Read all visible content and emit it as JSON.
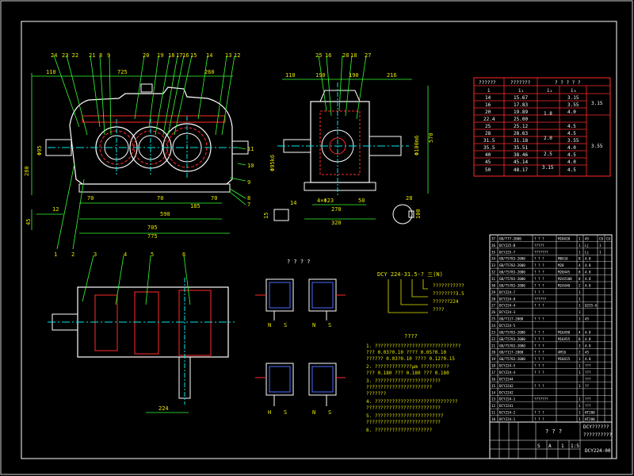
{
  "colors": {
    "background": "#000000",
    "frame": "#ffffff",
    "geometry_white": "#ffffff",
    "geometry_red": "#ff2a2a",
    "dimension_green": "#33ff33",
    "centerline_cyan": "#00e6e6",
    "annotation_yellow": "#e6e600",
    "hidden_blue": "#4a6bff"
  },
  "front_view": {
    "part_numbers": [
      "24",
      "23 22",
      "21",
      "8",
      "9",
      "20",
      "19",
      "18",
      "17",
      "16",
      "15",
      "14",
      "13",
      "12",
      "11",
      "10",
      "9",
      "8",
      "7"
    ],
    "dimensions": {
      "top_left": "110",
      "top_mid": "725",
      "top_right": "260",
      "left_height": "280",
      "left_shaft": "Φ95",
      "bottom_70a": "70",
      "bottom_70b": "70",
      "bottom_70c": "70",
      "bottom_185": "185",
      "bottom_590": "590",
      "bottom_705": "705",
      "bottom_775": "775",
      "left_12": "12",
      "left_45": "45"
    }
  },
  "side_view": {
    "part_numbers": [
      "25",
      "16",
      "28",
      "18",
      "27"
    ],
    "dimensions": {
      "top_110": "110",
      "top_190a": "190",
      "top_190b": "190",
      "top_216": "216",
      "right_570": "570",
      "right_dia": "Φ100m6",
      "left_dia": "Φ95k6",
      "bottom_4xd23": "4×Φ23",
      "bottom_50": "50",
      "bottom_270": "270",
      "bottom_320": "320",
      "left_small_15": "15",
      "left_small_14": "14",
      "key_28": "28",
      "key_100": "100"
    }
  },
  "top_view": {
    "part_numbers": [
      "1",
      "2",
      "3",
      "4",
      "5",
      "6"
    ],
    "dimension_224": "224"
  },
  "ratio_table": {
    "header": [
      "??????",
      "???????",
      "? ? ? ? ?"
    ],
    "subheader": [
      "i",
      "i₁",
      "i₂",
      "i₃"
    ],
    "rows": [
      [
        "14",
        "15.67",
        "",
        "3.15",
        ""
      ],
      [
        "16",
        "17.83",
        "1.8",
        "3.55",
        "3.15"
      ],
      [
        "20",
        "19.89",
        "",
        "4.0",
        ""
      ],
      [
        "22.4",
        "25.00",
        "",
        "",
        ""
      ],
      [
        "25",
        "25.12",
        "2.0",
        "4.5",
        ""
      ],
      [
        "28",
        "28.63",
        "",
        "4.5",
        "3.55"
      ],
      [
        "31.5",
        "31.18",
        "",
        "3.55",
        ""
      ],
      [
        "35.5",
        "35.51",
        "2.5",
        "4.0",
        ""
      ],
      [
        "40",
        "38.46",
        "",
        "4.5",
        ""
      ],
      [
        "45",
        "45.14",
        "3.15",
        "4.0",
        ""
      ],
      [
        "50",
        "48.17",
        "",
        "4.5",
        ""
      ]
    ]
  },
  "assembly_views": {
    "title": "? ? ? ?",
    "labels": [
      "N",
      "S",
      "N",
      "S",
      "H",
      "S",
      "N",
      "S"
    ]
  },
  "designation": {
    "code": "DCY   224-31.5-? 三(N)",
    "legend": [
      "???????????",
      "????????3.5",
      "??????224",
      "????"
    ]
  },
  "notes": {
    "title": "????",
    "items": [
      "1. ??????????????????????????????",
      "   ??? 0.03?0.10      ????   0.05?0.10",
      "   ?????? 0.03?0.10   ????   0.12?0.15",
      "2. ?????????????µm ??????????",
      "   ??? 0.180    ??? 0.180     ??? 0.180",
      "3. ???????????????????????",
      "   ???????????????????????",
      "   ???????",
      "4. ?????????????????????????????",
      "   ??????????????????????????",
      "5. ????????????????????????",
      "   ??????????????????????????",
      "6. ????????????????????"
    ]
  },
  "bom": {
    "rows": [
      [
        "37",
        "GB/T77-2000",
        "? ? ?",
        "M10X20",
        "1",
        "45",
        "CU",
        "CU"
      ],
      [
        "36",
        "DCY225-B",
        "?????",
        "",
        "1",
        "Lj",
        "1",
        ""
      ],
      [
        "35",
        "DCY225-7",
        "???????",
        "",
        "1",
        "Lj",
        "1",
        ""
      ],
      [
        "34",
        "GB/T5783-2000",
        "? ? ?",
        "M8X16",
        "8",
        "4.8",
        "",
        ""
      ],
      [
        "33",
        "GB/T5783-2000",
        "? ? ?",
        "M20",
        "4",
        "4.8",
        "",
        ""
      ],
      [
        "32",
        "GB/T5783-2000",
        "? ? ?",
        "M20X45",
        "8",
        "4.8",
        "",
        ""
      ],
      [
        "31",
        "GB/T5783-2000",
        "? ? ?",
        "M24X100",
        "8",
        "4.8",
        "",
        ""
      ],
      [
        "30",
        "GB/T5783-2000",
        "? ? ?",
        "M24X40",
        "2",
        "4.8",
        "",
        ""
      ],
      [
        "29",
        "DCY224-7",
        "? ? ?",
        "",
        "1",
        "",
        "",
        ""
      ],
      [
        "28",
        "DCY224-8",
        "??????",
        "",
        "1",
        "",
        "",
        ""
      ],
      [
        "27",
        "DCY224-4",
        "? ? ?",
        "",
        "1",
        "Q235-A",
        "",
        ""
      ],
      [
        "26",
        "DCY224-3",
        "",
        "",
        "1",
        "",
        "",
        ""
      ],
      [
        "25",
        "GB/T117-2000",
        "? ? ?",
        "",
        "1",
        "45",
        "",
        ""
      ],
      [
        "24",
        "DCY224-5",
        "",
        "",
        "",
        "",
        "",
        ""
      ],
      [
        "23",
        "GB/T5783-2000",
        "? ? ?",
        "M16X90",
        "4",
        "4.8",
        "",
        ""
      ],
      [
        "22",
        "GB/T5783-2000",
        "? ? ?",
        "M16X55",
        "8",
        "4.8",
        "",
        ""
      ],
      [
        "21",
        "GB/T5783-2000",
        "? ? ?",
        "",
        "3",
        "4.8",
        "",
        ""
      ],
      [
        "20",
        "GB/T117-2000",
        "? ? ?",
        "AM16",
        "2",
        "45",
        "",
        ""
      ],
      [
        "19",
        "GB/T5783-2000",
        "? ? ?",
        "M10X25",
        "1",
        "4.8",
        "",
        ""
      ],
      [
        "18",
        "DCY224-5",
        "? ? ?",
        "",
        "1",
        "???",
        "",
        ""
      ],
      [
        "17",
        "DCY224-4",
        "? ? ?",
        "",
        "1",
        "???",
        "",
        ""
      ],
      [
        "16",
        "DCY2244",
        "",
        "",
        "",
        "???",
        "",
        ""
      ],
      [
        "15",
        "DCY2242",
        "? ? ?",
        "",
        "1",
        "??",
        "",
        ""
      ],
      [
        "14",
        "DCY2242",
        "",
        "",
        "",
        "",
        "",
        ""
      ],
      [
        "13",
        "DCY224-1",
        "???????",
        "",
        "1",
        "???",
        "",
        ""
      ],
      [
        "12",
        "DCY2241",
        "",
        "",
        "1",
        "???",
        "",
        ""
      ],
      [
        "11",
        "DCY224-2",
        "? ? ?",
        "",
        "1",
        "HT200",
        "",
        ""
      ],
      [
        "10",
        "DCY224-1",
        "? ? ?",
        "",
        "1",
        "HT200",
        "",
        ""
      ]
    ],
    "sheet_marks": [
      "? ? ?"
    ],
    "title_block": {
      "drawing_name": "DCY??????",
      "drawing_subtitle": "??????????",
      "drawing_no": "DCY224-00",
      "scale_marks": [
        "S",
        "A",
        "1",
        "1:5"
      ]
    }
  }
}
